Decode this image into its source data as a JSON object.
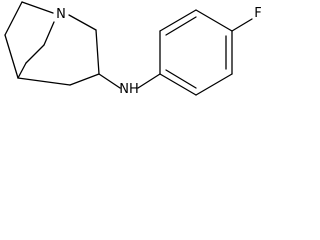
{
  "molecule": {
    "atoms": {
      "N1": "N",
      "N2": "NH",
      "F": "F"
    }
  }
}
